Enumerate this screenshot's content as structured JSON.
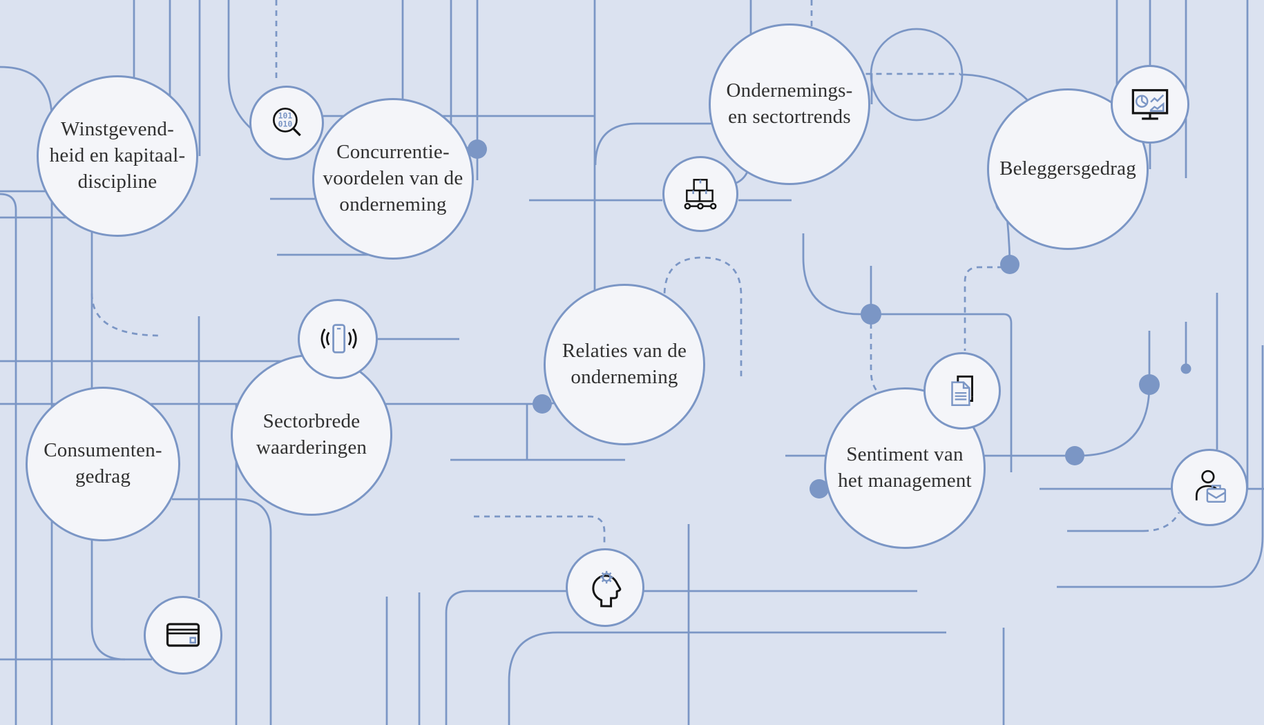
{
  "colors": {
    "background": "#dbe2f0",
    "line": "#7b96c5",
    "circle_fill": "#f4f5f9",
    "circle_stroke": "#7b96c5",
    "text": "#303030",
    "icon_dark": "#141414",
    "icon_accent": "#7b96c5"
  },
  "nodes": [
    {
      "id": "winstgevendheid",
      "label": "Winstgevend-\nheid en kapitaal-\ndiscipline"
    },
    {
      "id": "concurrentievoordelen",
      "label": "Concurrentie-\nvoordelen van de\nonderneming"
    },
    {
      "id": "ondernemingstrends",
      "label": "Ondernemings-\nen sectortrends"
    },
    {
      "id": "beleggersgedrag",
      "label": "Beleggersgedrag"
    },
    {
      "id": "consumentengedrag",
      "label": "Consumenten-\ngedrag"
    },
    {
      "id": "sectorbrede",
      "label": "Sectorbrede\nwaarderingen"
    },
    {
      "id": "relaties",
      "label": "Relaties van de\nonderneming"
    },
    {
      "id": "sentiment",
      "label": "Sentiment van\nhet management"
    }
  ],
  "icons": {
    "magnifier": {
      "name": "binary-search-icon",
      "line1": "101",
      "line2": "010"
    },
    "boxes": {
      "name": "stacked-boxes-icon"
    },
    "phone": {
      "name": "phone-signal-icon"
    },
    "documents": {
      "name": "documents-icon"
    },
    "monitor": {
      "name": "monitor-charts-icon"
    },
    "head_gear": {
      "name": "head-gear-icon"
    },
    "credit_card": {
      "name": "credit-card-icon"
    },
    "person": {
      "name": "person-briefcase-icon"
    }
  }
}
